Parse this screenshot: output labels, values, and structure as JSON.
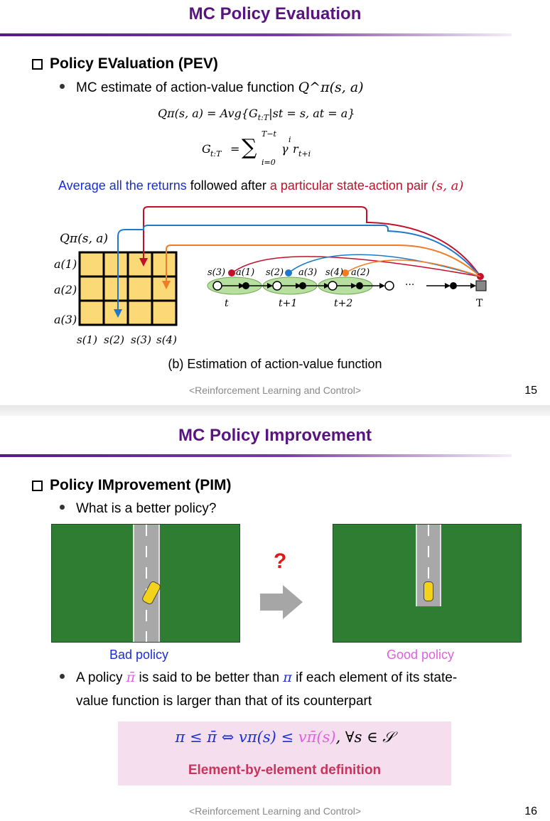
{
  "slide1": {
    "title": "MC Policy Evaluation",
    "heading": "Policy EValuation (PEV)",
    "bullet": "MC estimate of action-value function",
    "bullet_math": "Q^π(s, a)",
    "eq1_lhs": "Qπ(s, a) = Avg{G",
    "eq1_sub": "t:T",
    "eq1_rhs": "|st = s, at = a}",
    "eq2_lhs": "G",
    "eq2_sub": "t:T",
    "eq2_sum_top": "T−t",
    "eq2_sum_bottom": "i=0",
    "eq2_term": "γ",
    "eq2_sup": "i",
    "eq2_r": "r",
    "eq2_rsub": "t+i",
    "avg_blue": "Average all the returns",
    "avg_black": " followed after ",
    "avg_red": "a particular state-action pair",
    "avg_math": "(s, a)",
    "figure": {
      "q_label": "Qπ(s, a)",
      "rows": [
        "a(1)",
        "a(2)",
        "a(3)"
      ],
      "cols": [
        "s(1)",
        "s(2)",
        "s(3)",
        "s(4)"
      ],
      "chain_labels": [
        "s(3)",
        "a(1)",
        "s(2)",
        "a(3)",
        "s(4)",
        "a(2)"
      ],
      "times": [
        "t",
        "t+1",
        "t+2",
        "T"
      ],
      "ellipsis": "···"
    },
    "caption": "(b) Estimation of action-value function",
    "footer": "<Reinforcement Learning and Control>",
    "page": "15"
  },
  "slide2": {
    "title": "MC Policy Improvement",
    "heading": "Policy IMprovement (PIM)",
    "bullet1": "What is a better policy?",
    "question": "?",
    "bad_label": "Bad policy",
    "good_label": "Good policy",
    "bullet2_a": "A policy ",
    "bullet2_pibar": "π̄",
    "bullet2_b": " is said to be better than ",
    "bullet2_pi": "π",
    "bullet2_c": " if each element of its state-",
    "bullet2_line2": "value function is larger than that of its counterpart",
    "def_eq_blue": "π ≤ π̄  ⇔  vπ(s) ≤ ",
    "def_eq_pink": "vπ̄(s)",
    "def_eq_black": ", ∀s ∈ 𝒮",
    "def_label": "Element-by-element definition",
    "footer": "<Reinforcement Learning and Control>",
    "page": "16"
  },
  "colors": {
    "title": "#5a1480",
    "blue": "#1a2ed8",
    "red": "#c0102a",
    "pink": "#e060e0",
    "grass": "#2e7d32",
    "grid_fill": "#fbd977",
    "orange": "#f07c28",
    "chain_blue": "#1f78c8"
  }
}
